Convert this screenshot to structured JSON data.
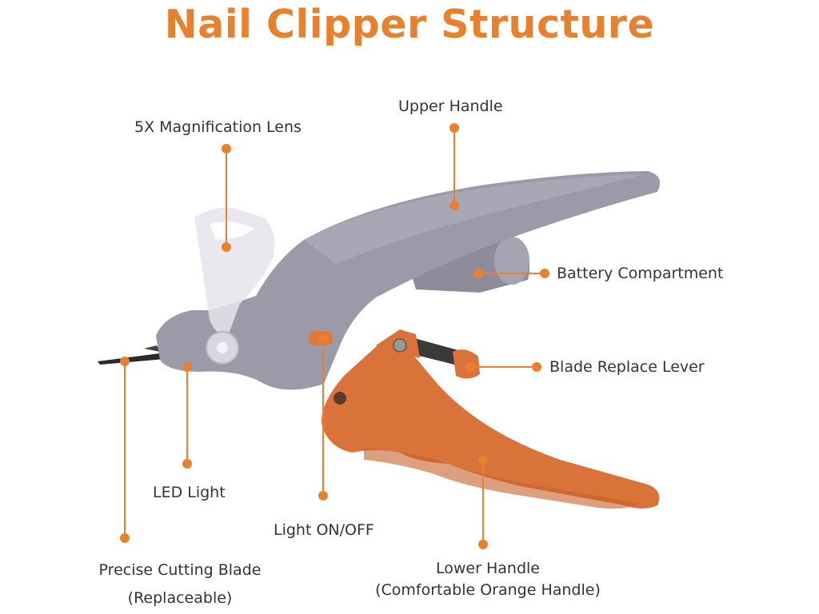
{
  "title": "Nail Clipper Structure",
  "colors": {
    "accent": "#E8812E",
    "gray_body": "#9C9AA8",
    "gray_dark": "#7E7C8C",
    "orange_handle": "#D9733A",
    "blade": "#2A2A2A",
    "text": "#333333"
  },
  "labels": {
    "magnification_lens": "5X Magnification Lens",
    "upper_handle": "Upper Handle",
    "battery_compartment": "Battery Compartment",
    "blade_replace_lever": "Blade Replace Lever",
    "led_light": "LED Light",
    "light_switch": "Light ON/OFF",
    "cutting_blade_line1": "Precise Cutting Blade",
    "cutting_blade_line2": "(Replaceable)",
    "lower_handle_line1": "Lower Handle",
    "lower_handle_line2": "(Comfortable Orange Handle)"
  }
}
